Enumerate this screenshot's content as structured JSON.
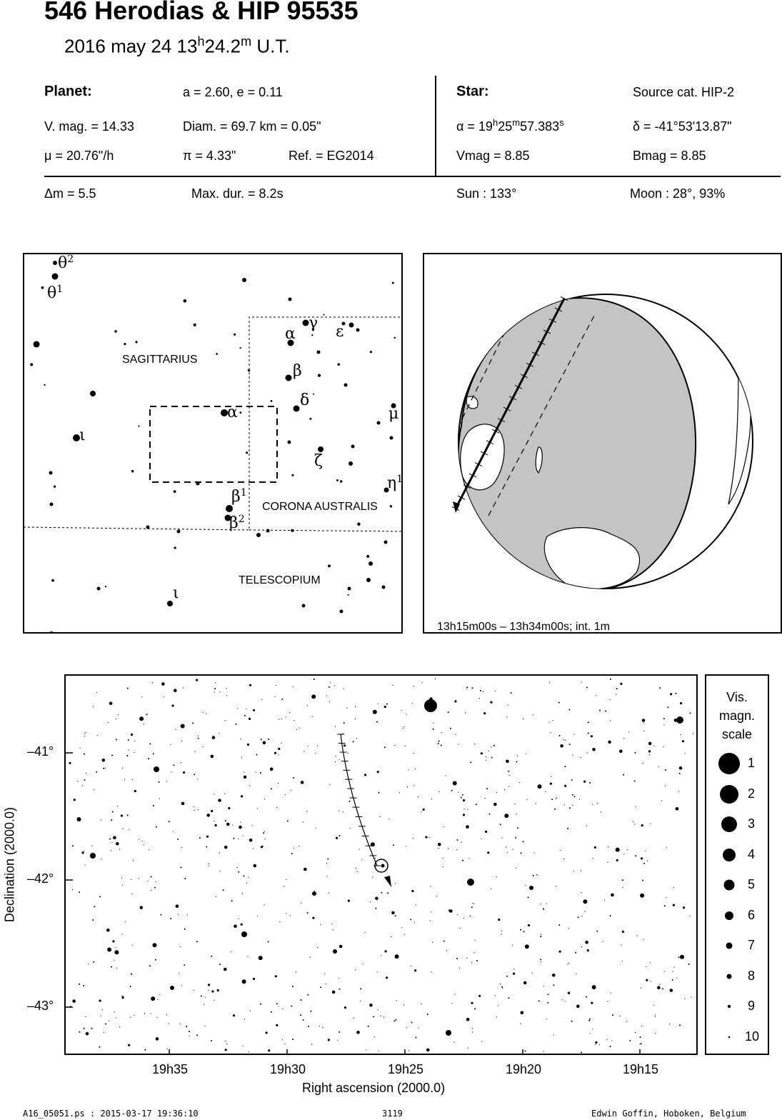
{
  "header": {
    "title": "546 Herodias  &  HIP 95535",
    "date": "2016 may 24  13",
    "time_h": "h",
    "time_mid": "24.2",
    "time_m": "m",
    "time_tail": " U.T."
  },
  "planet": {
    "heading": "Planet:",
    "orbit": "a = 2.60, e = 0.11",
    "vmag": "V. mag. = 14.33",
    "diam": "Diam. = 69.7 km = 0.05\"",
    "mu": "μ =  20.76\"/h",
    "pi": "π =  4.33\"",
    "ref": "Ref. = EG2014"
  },
  "star": {
    "heading": "Star:",
    "source": "Source cat.  HIP-2",
    "ra_a": "α = 19",
    "ra_h": "h",
    "ra_b": "25",
    "ra_m": "m",
    "ra_c": "57.383",
    "ra_s": "s",
    "dec": "δ = -41°53'13.87\"",
    "vmag": "Vmag =  8.85",
    "bmag": "Bmag =  8.85"
  },
  "event": {
    "dm": "Δm = 5.5",
    "maxdur": "Max. dur. = 8.2s",
    "sun": "Sun : 133°",
    "moon": "Moon :  28°, 93%"
  },
  "finder": {
    "constellations": [
      "SAGITTARIUS",
      "CORONA AUSTRALIS",
      "TELESCOPIUM"
    ],
    "star_labels": [
      "θ",
      "2",
      "θ",
      "1",
      "α",
      "γ",
      "ε",
      "β",
      "δ",
      "α",
      "μ",
      "ι",
      "ζ",
      "η",
      "1",
      "β",
      "1",
      "β",
      "2",
      "ι"
    ]
  },
  "globe": {
    "caption": "13h15m00s – 13h34m00s; int.  1m"
  },
  "starchart": {
    "y_axis_label": "Declination (2000.0)",
    "x_axis_label": "Right ascension (2000.0)",
    "y_ticks": [
      "–41°",
      "–42°",
      "–43°"
    ],
    "x_ticks": [
      "19h35",
      "19h30",
      "19h25",
      "19h20",
      "19h15"
    ]
  },
  "legend": {
    "title": [
      "Vis.",
      "magn.",
      "scale"
    ],
    "items": [
      "1",
      "2",
      "3",
      "4",
      "5",
      "6",
      "7",
      "8",
      "9",
      "10"
    ]
  },
  "footer": {
    "left": "A16_05051.ps : 2015-03-17 19:36:10",
    "center": "3119",
    "right": "Edwin Goffin, Hoboken, Belgium"
  }
}
